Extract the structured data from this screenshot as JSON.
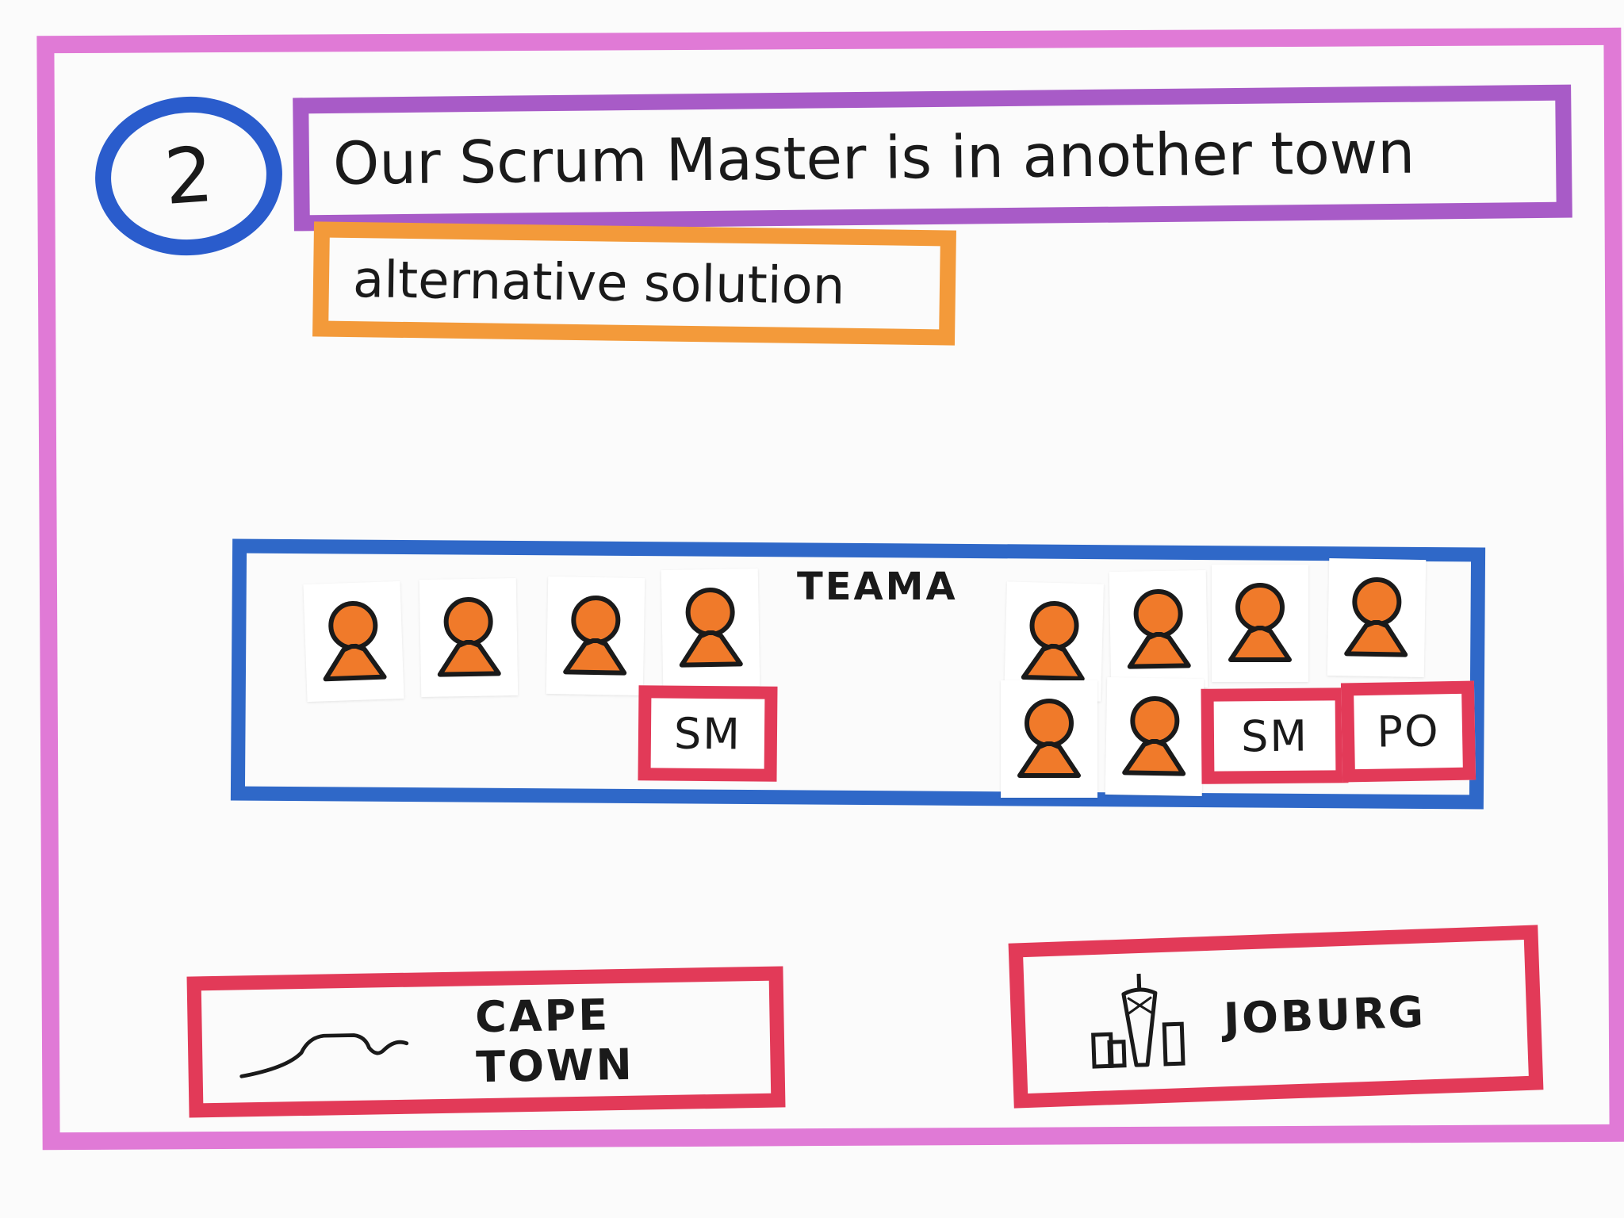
{
  "step_number": "2",
  "title": "Our Scrum Master is in another town",
  "subtitle": "alternative solution",
  "team": {
    "label": "TEAMA",
    "roles": {
      "sm_left": "SM",
      "sm_right": "SM",
      "po": "PO"
    }
  },
  "cities": {
    "left": "CAPE TOWN",
    "right": "JOBURG"
  },
  "colors": {
    "frame": "#e07ad6",
    "title_tape": "#a85bc7",
    "subtitle_tape": "#f39a3a",
    "team_tape": "#2f68c8",
    "role_tape": "#e23a58",
    "number_circle": "#2a5ccc",
    "person_fill": "#f07a2a"
  },
  "icons": {
    "left_city": "table-mountain-icon",
    "right_city": "tower-skyline-icon",
    "team_member": "person-icon"
  }
}
